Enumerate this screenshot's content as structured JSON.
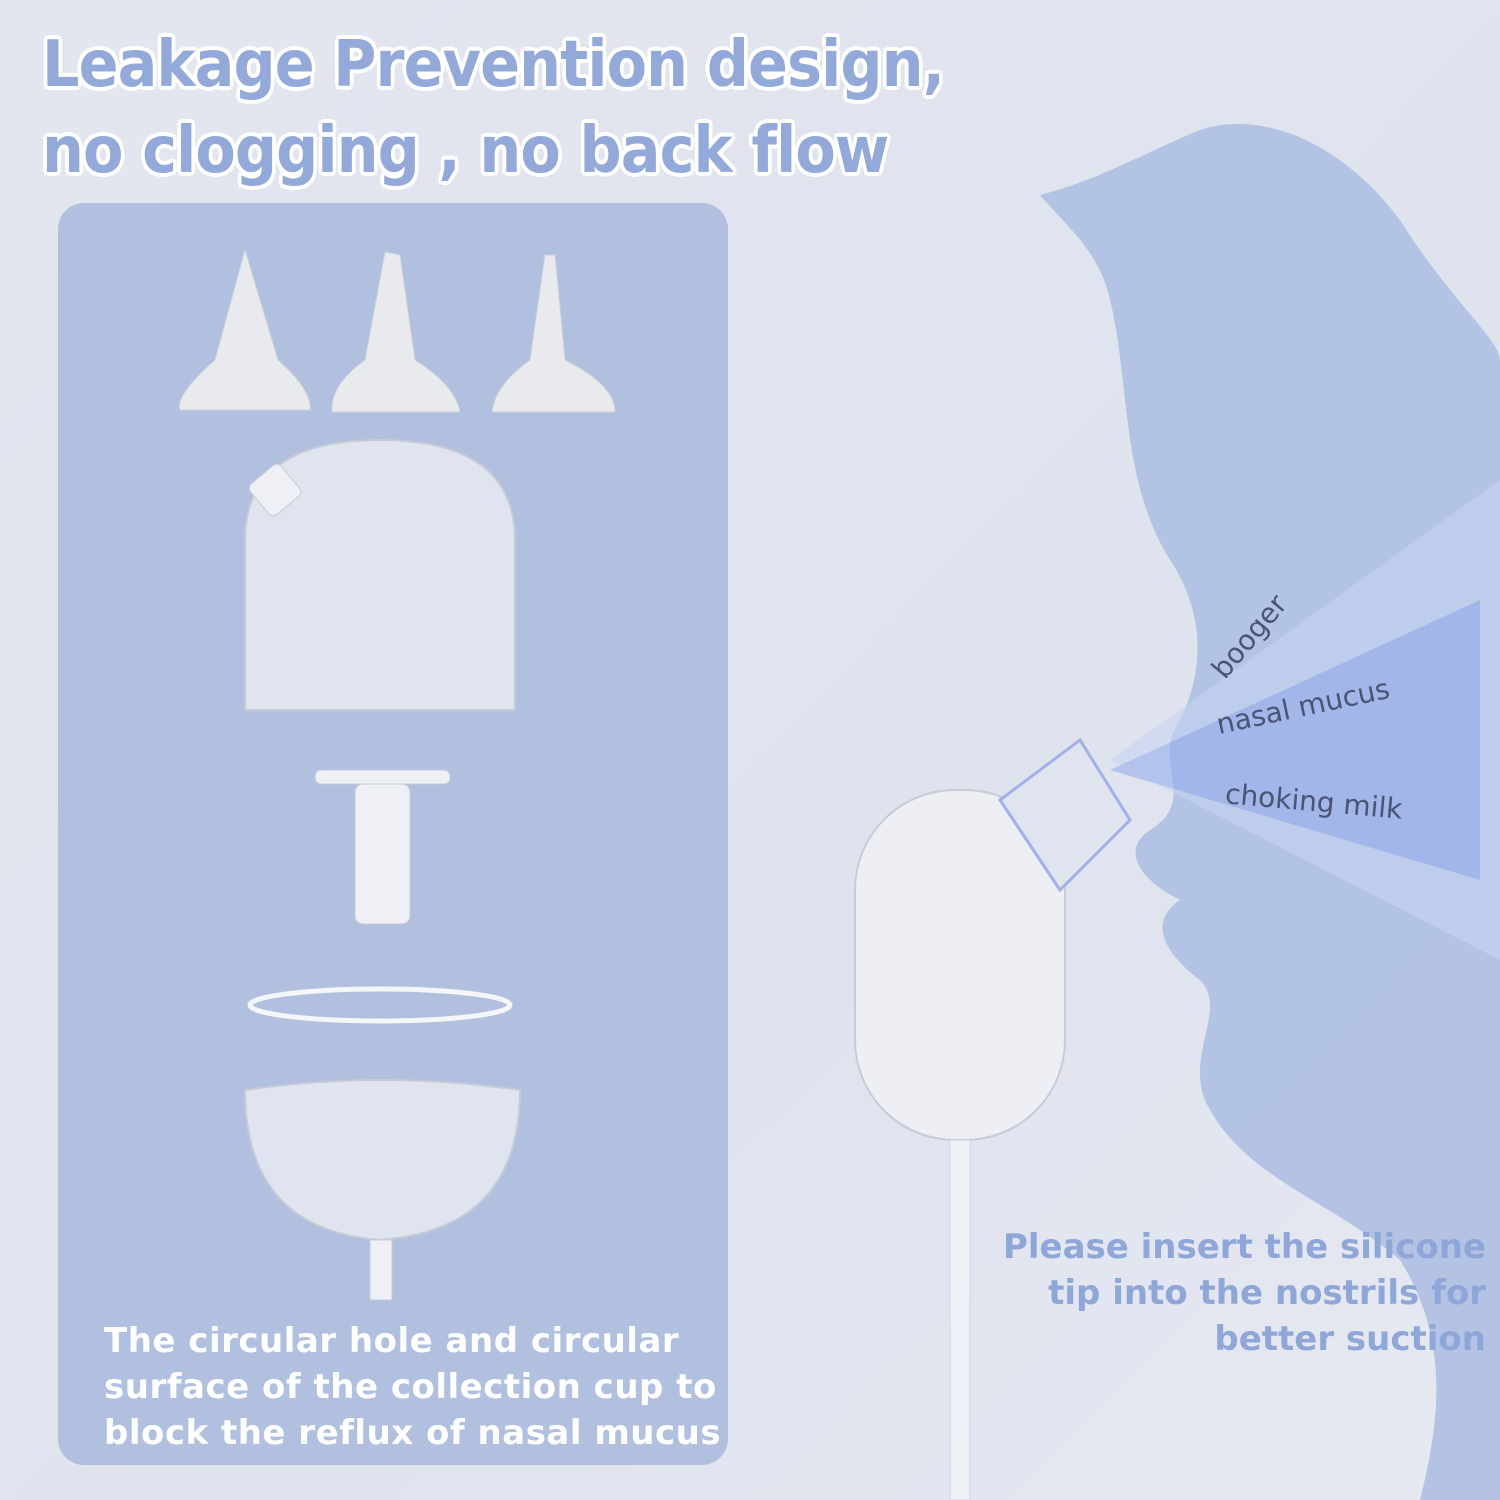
{
  "title": {
    "line1": "Leakage Prevention design,",
    "line2": "no clogging , no back flow"
  },
  "panel_caption": {
    "line1": "The circular hole and circular",
    "line2": "surface of the collection cup to",
    "line3": "block the reflux of nasal mucus"
  },
  "suction_labels": [
    "booger",
    "nasal mucus",
    "choking milk"
  ],
  "right_caption": {
    "line1": "Please insert the silicone",
    "line2": "tip into the nostrils for",
    "line3": "better suction"
  },
  "colors": {
    "background": "#dfe3ee",
    "panel": "#b0c0de",
    "accent_text": "#8ea6d8",
    "silhouette": "#aebfe2"
  }
}
